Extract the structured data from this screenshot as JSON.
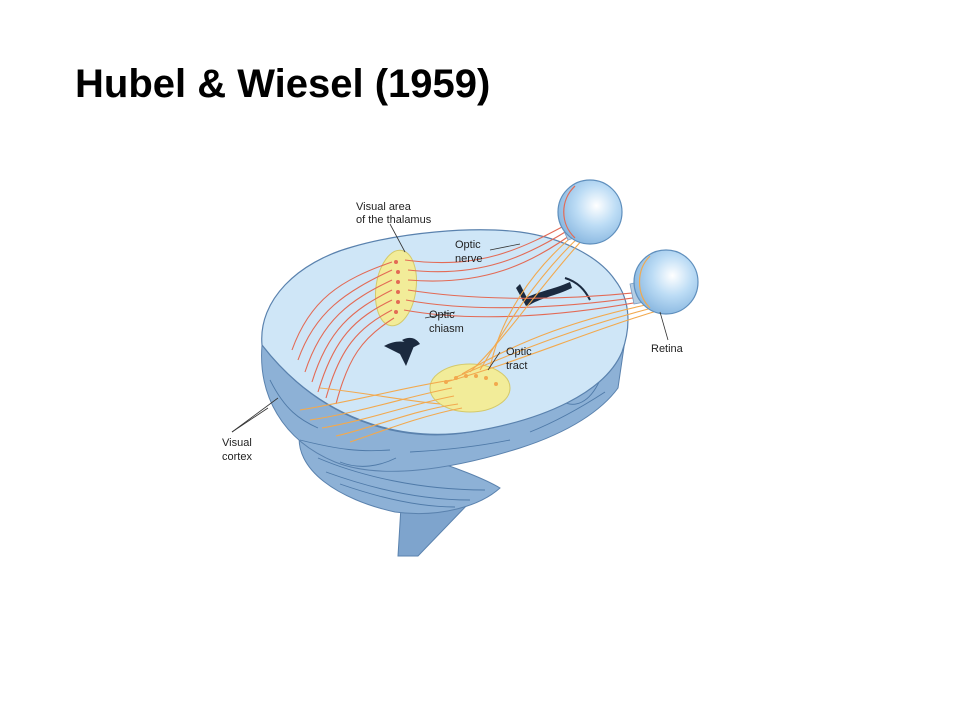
{
  "slide": {
    "title": "Hubel & Wiesel (1959)"
  },
  "diagram": {
    "labels": {
      "thalamus_line1": "Visual area",
      "thalamus_line2": "of the thalamus",
      "optic_nerve_line1": "Optic",
      "optic_nerve_line2": "nerve",
      "optic_chiasm_line1": "Optic",
      "optic_chiasm_line2": "chiasm",
      "optic_tract_line1": "Optic",
      "optic_tract_line2": "tract",
      "retina": "Retina",
      "visual_cortex_line1": "Visual",
      "visual_cortex_line2": "cortex"
    },
    "colors": {
      "brain_top": "#cfe6f7",
      "brain_side": "#8db1d6",
      "brain_shadow": "#6f97c2",
      "thalamus": "#f2ec99",
      "fiber_left": "#e36a55",
      "fiber_right": "#f2a94e",
      "eyeball": "#bcdcf5"
    }
  }
}
